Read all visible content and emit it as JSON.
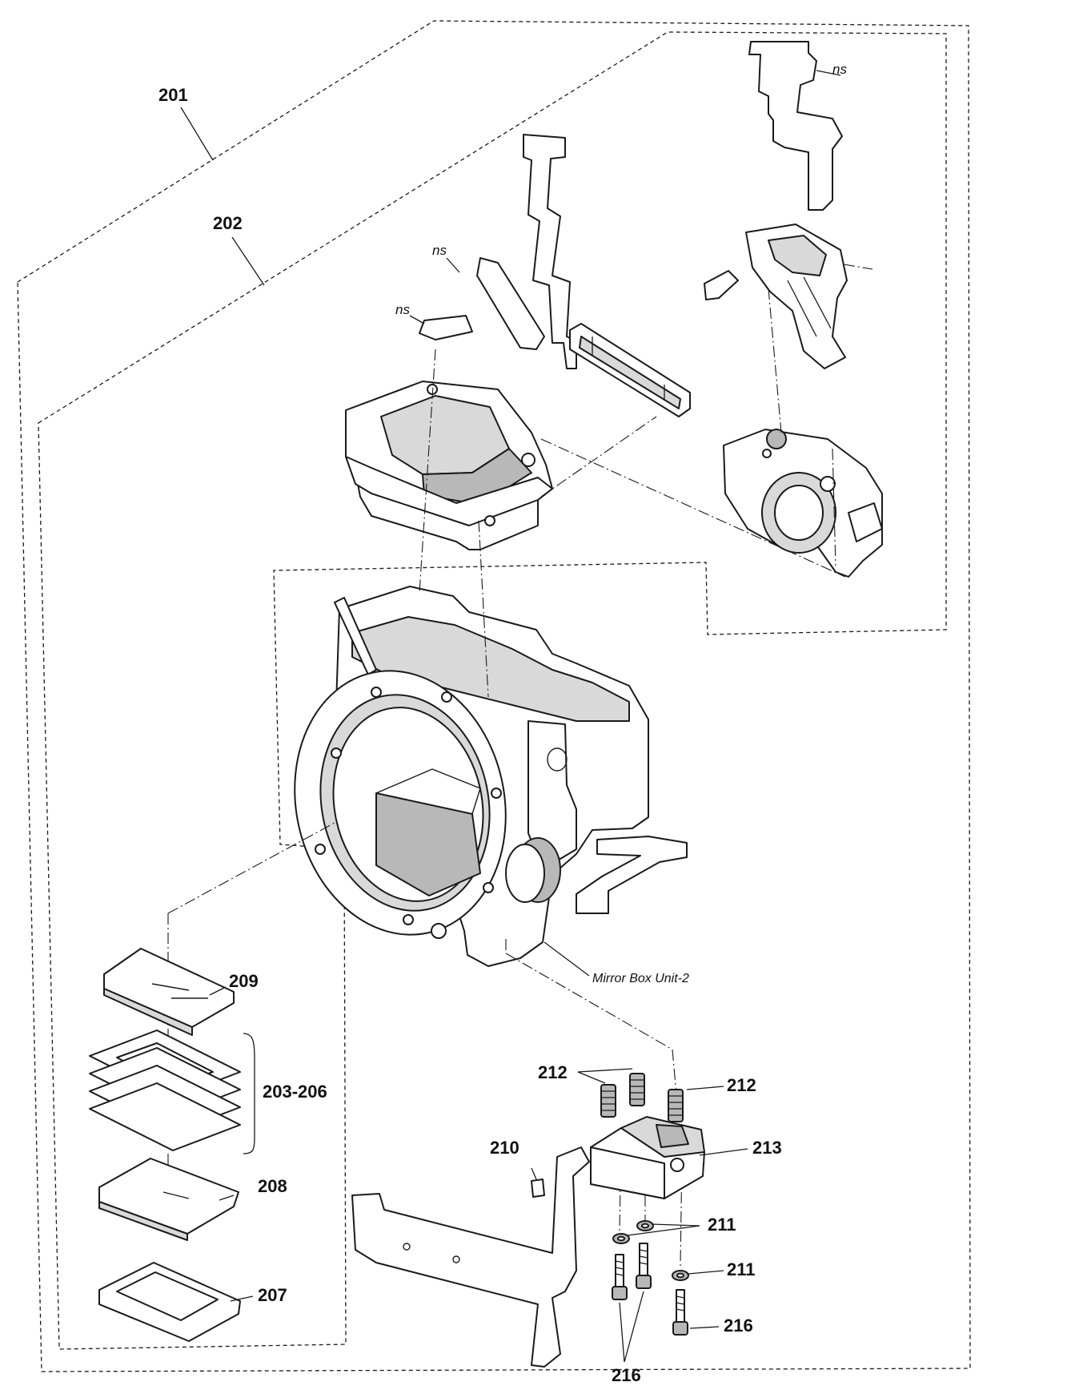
{
  "labels": {
    "l201": "201",
    "l202": "202",
    "l203_206": "203-206",
    "l207": "207",
    "l208": "208",
    "l209": "209",
    "l210": "210",
    "l211a": "211",
    "l211b": "211",
    "l212a": "212",
    "l212b": "212",
    "l213": "213",
    "l216a": "216",
    "l216b": "216",
    "ns1": "ns",
    "ns2": "ns",
    "ns3": "ns",
    "mirror_box": "Mirror Box Unit-2"
  }
}
